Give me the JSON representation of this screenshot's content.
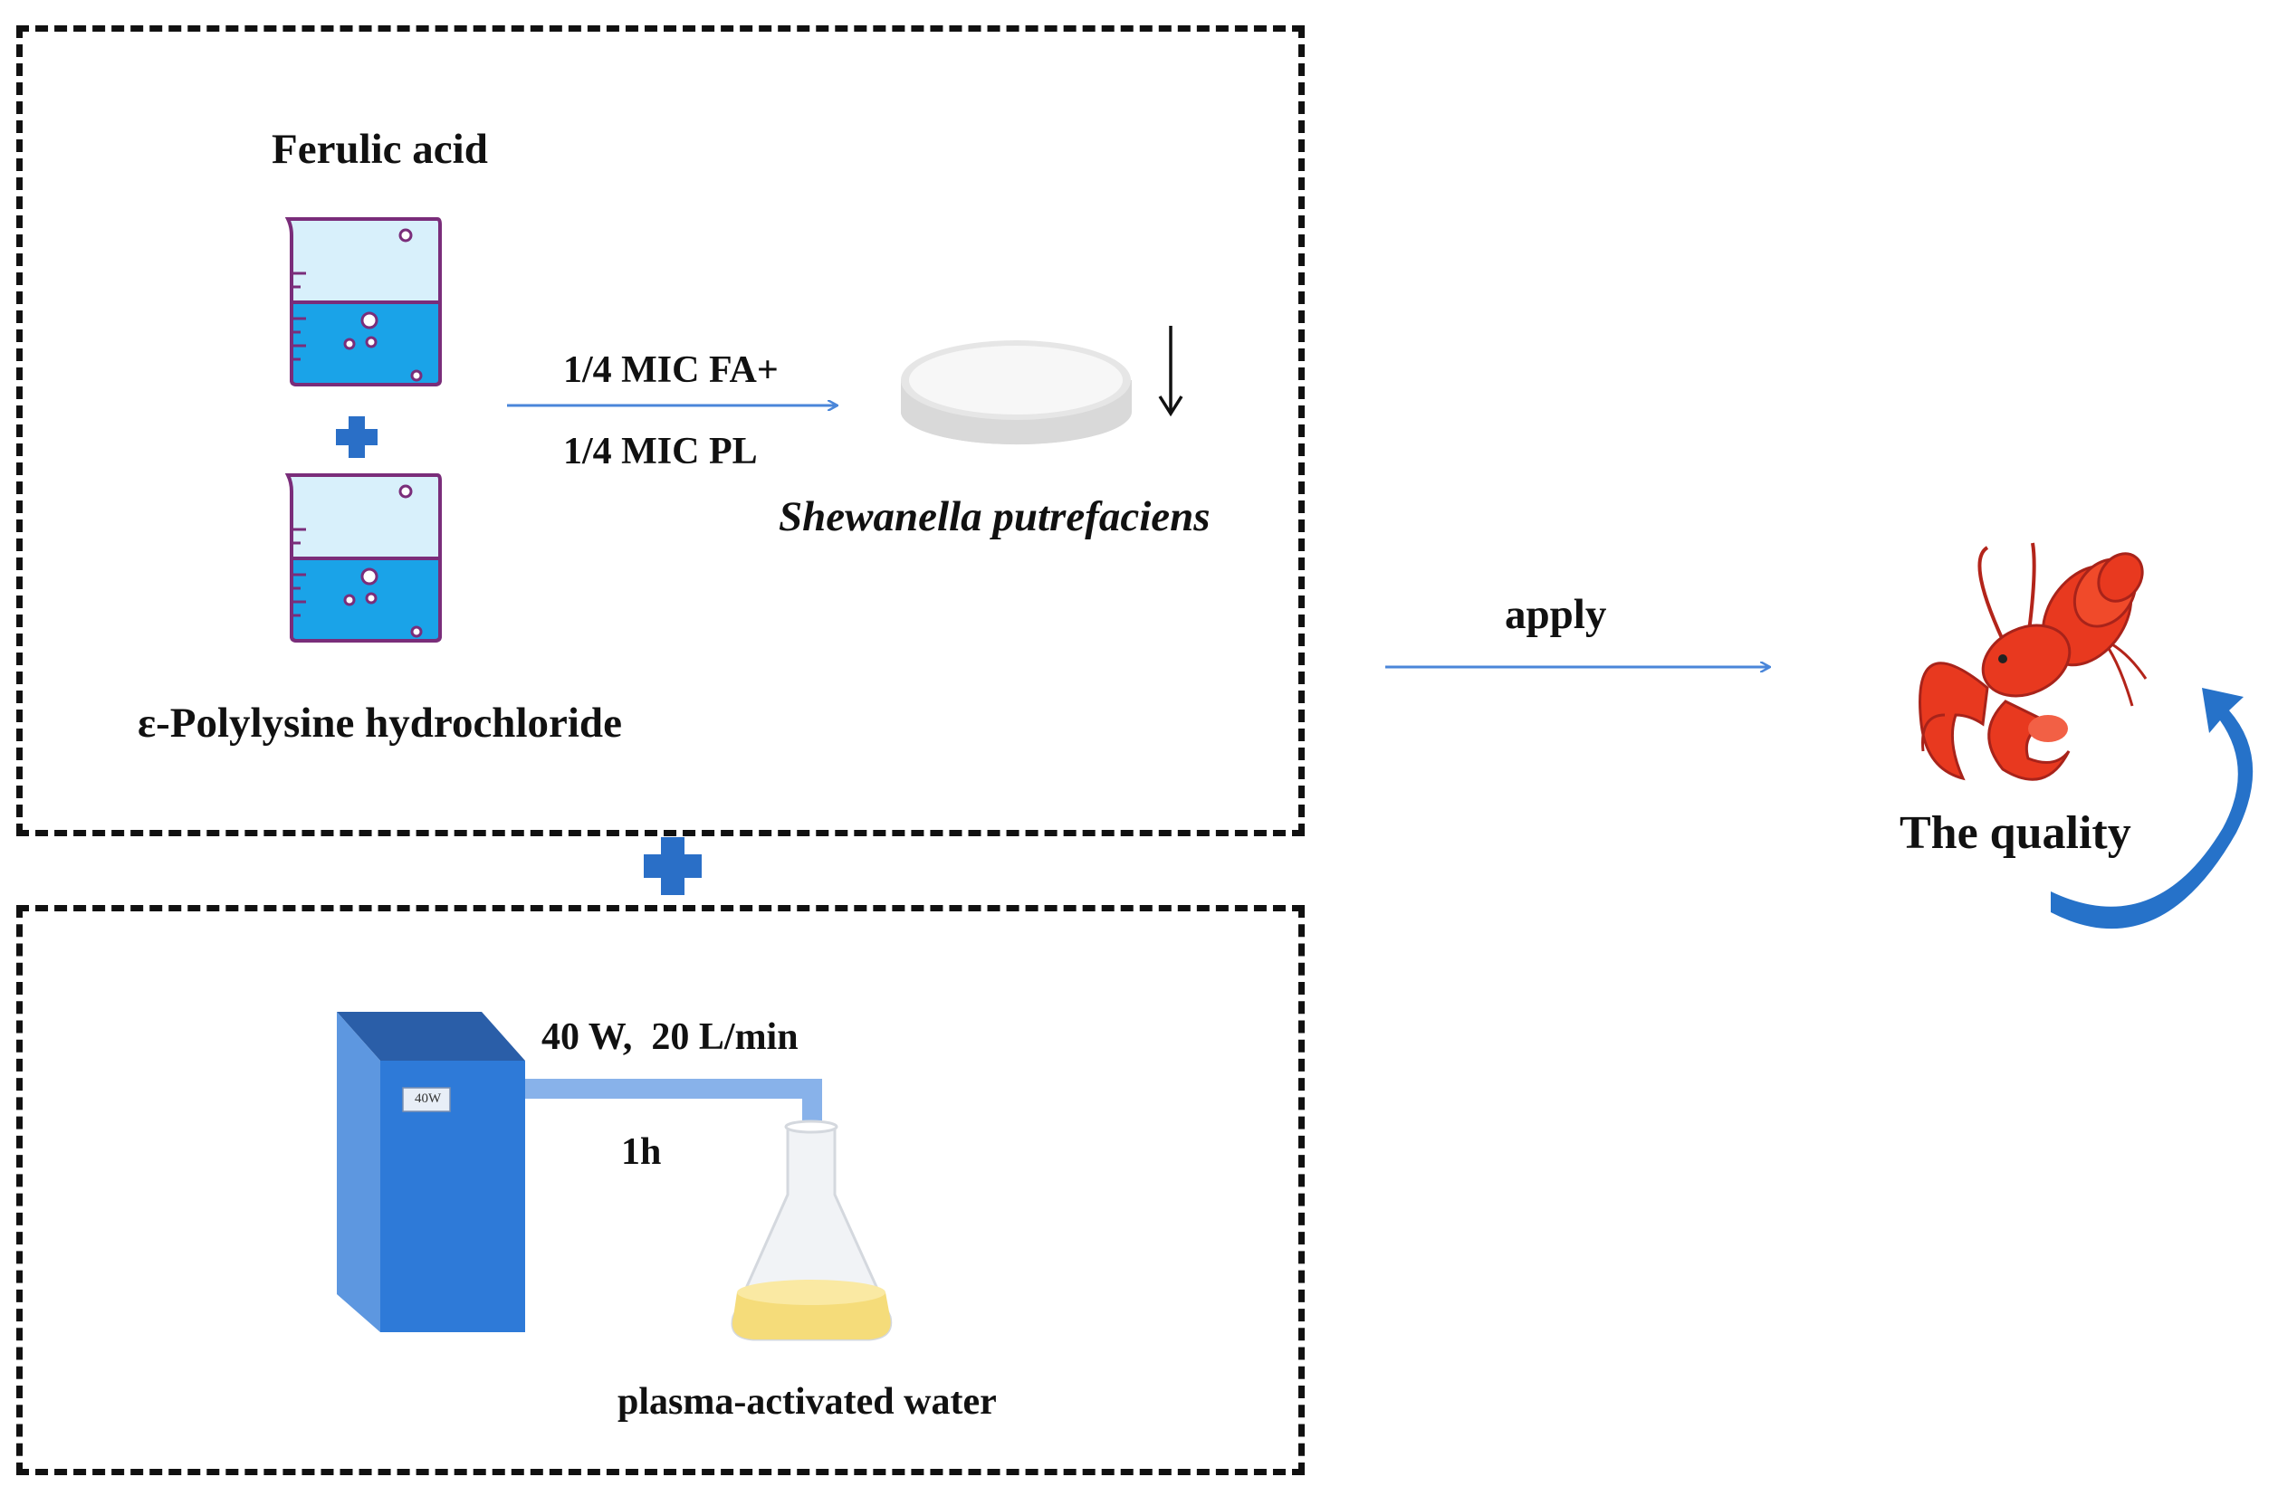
{
  "top_panel": {
    "ferulic_acid_label": "Ferulic acid",
    "polylysine_label": "ε-Polylysine hydrochloride",
    "treatment_line1": "1/4 MIC FA+",
    "treatment_line2": "1/4 MIC PL",
    "bacteria_label": "Shewanella putrefaciens"
  },
  "bottom_panel": {
    "power_flow_label": "40 W,  20 L/min",
    "time_label": "1h",
    "device_tag": "40W",
    "product_label": "plasma-activated water"
  },
  "apply_label": "apply",
  "result_label": "The quality",
  "colors": {
    "beaker_liquid": "#1aa3e8",
    "beaker_outline": "#7a2d7a",
    "plus_blue": "#2a6fc7",
    "arrow_blue": "#4a86d9",
    "device_blue": "#2e7ad8",
    "water_yellow": "#f5dc7a",
    "lobster_red": "#e8391f"
  },
  "icons": [
    "beaker-icon",
    "plus-icon",
    "petri-dish-icon",
    "down-arrow-icon",
    "plasma-generator-icon",
    "flask-icon",
    "lobster-icon",
    "curved-arrow-icon"
  ]
}
